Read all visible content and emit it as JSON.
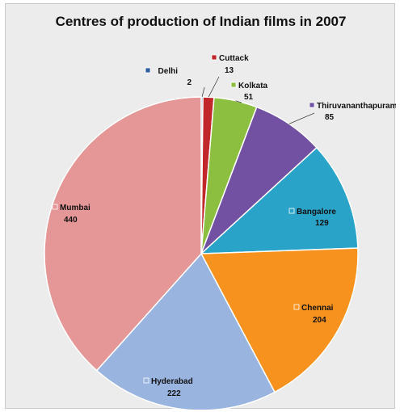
{
  "chart_data": {
    "type": "pie",
    "title": "Centres of production of Indian films in 2007",
    "slices": [
      {
        "name": "Delhi",
        "value": 2,
        "color": "#2f5c9e"
      },
      {
        "name": "Cuttack",
        "value": 13,
        "color": "#c0262a"
      },
      {
        "name": "Kolkata",
        "value": 51,
        "color": "#8cbf3f"
      },
      {
        "name": "Thiruvananthapuram",
        "value": 85,
        "color": "#7251a3"
      },
      {
        "name": "Bangalore",
        "value": 129,
        "color": "#2aa3c9"
      },
      {
        "name": "Chennai",
        "value": 204,
        "color": "#f7921e"
      },
      {
        "name": "Hyderabad",
        "value": 222,
        "color": "#9ab4e0"
      },
      {
        "name": "Mumbai",
        "value": 440,
        "color": "#e59696"
      }
    ],
    "start_angle_deg": -90,
    "direction": "clockwise",
    "data_labels": true
  }
}
